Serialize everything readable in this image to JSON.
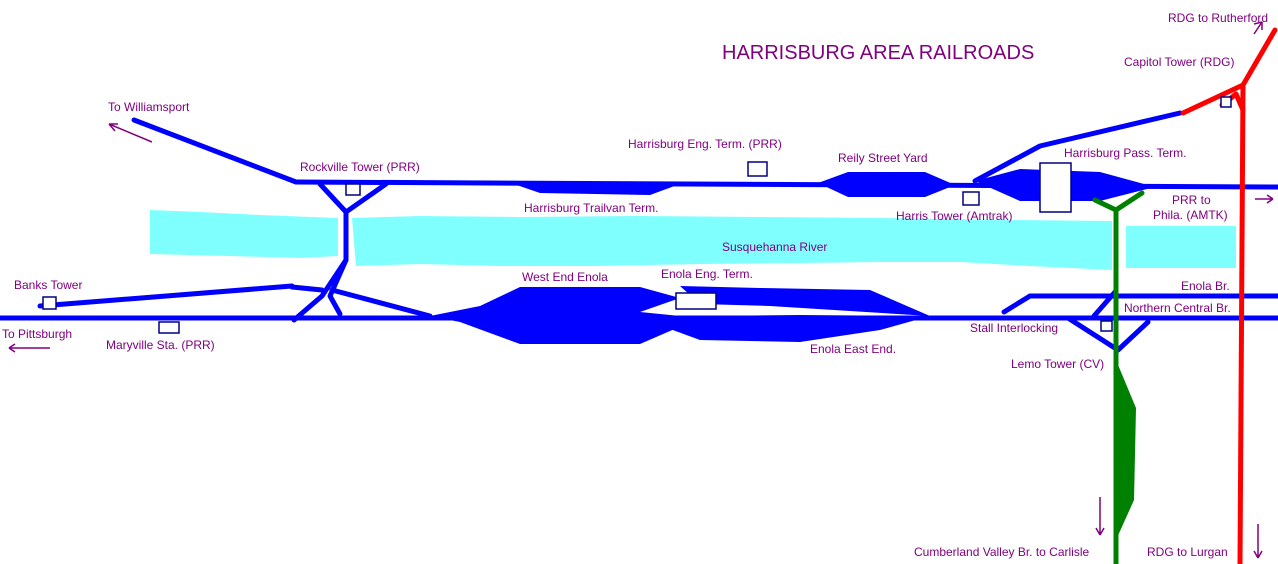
{
  "title": "HARRISBURG AREA RAILROADS",
  "colors": {
    "prr": "#0000ff",
    "rdg": "#ff0000",
    "cv": "#008000",
    "river": "#80ffff",
    "label": "#800080"
  },
  "labels": {
    "rdg_rutherford": "RDG to Rutherford",
    "capitol_tower": "Capitol Tower (RDG)",
    "williamsport": "To Williamsport",
    "harrisburg_eng_term": "Harrisburg Eng. Term. (PRR)",
    "harrisburg_pass_term": "Harrisburg Pass. Term.",
    "rockville_tower": "Rockville Tower (PRR)",
    "reily_yard": "Reily Street Yard",
    "trailvan_term": "Harrisburg Trailvan Term.",
    "harris_tower": "Harris Tower (Amtrak)",
    "prr_to": "PRR to",
    "phila": "Phila. (AMTK)",
    "river": "Susquehanna River",
    "west_end_enola": "West End Enola",
    "enola_eng_term": "Enola Eng. Term.",
    "banks_tower": "Banks Tower",
    "enola_br": "Enola Br.",
    "northern_central": "Northern Central Br.",
    "to_pittsburgh": "To Pittsburgh",
    "marysville": "Maryville Sta. (PRR)",
    "stall_interlocking": "Stall Interlocking",
    "enola_east_end": "Enola East End.",
    "lemo_tower": "Lemo Tower (CV)",
    "cv_carlisle": "Cumberland Valley Br. to Carlisle",
    "rdg_lurgan": "RDG to Lurgan"
  }
}
